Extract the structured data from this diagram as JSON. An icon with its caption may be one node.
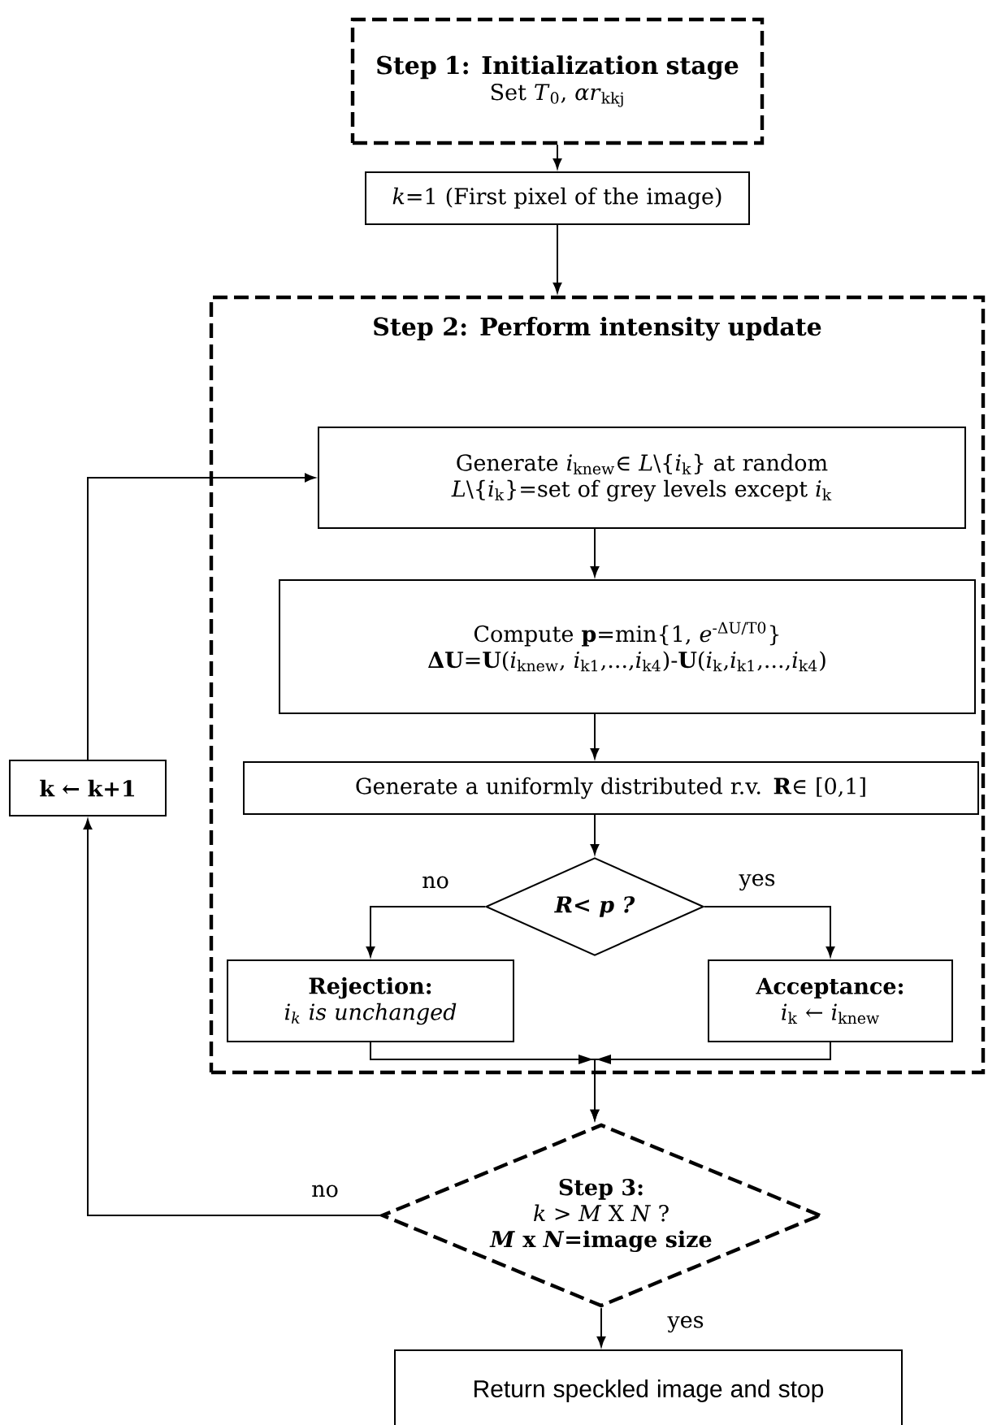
{
  "diagram": {
    "nodes": [
      {
        "text": [
          "Step 1: Initialization stage",
          "Set *T*$_{0}$, *αr*$_{kkj}$"
        ]
      },
      {
        "text": [
          "*k*=1 (First pixel of the image)"
        ]
      },
      {
        "text": [
          "Step 2: Perform intensity update"
        ]
      },
      {
        "text": [
          "Generate *i*$_{knew}$∈ *L*\\{*i*$_{k}$} at random",
          "*L*\\{*i*$_{k}$}=set of grey levels except *i*$_{k}$"
        ],
        "in": 2
      },
      {
        "text": [
          "Compute **p**=min{1, *e*$^{-ΔU/T0}$}",
          "**ΔU**=**U**(*i*$_{knew}$, *i*$_{k1}$,...,*i*$_{k4}$)-**U**(*i*$_{k}$,*i*$_{k1}$,...,*i*$_{k4}$)"
        ],
        "in": 2
      },
      {
        "text": [
          "Generate a uniformly distributed r.v. **R**∈ [0,1]"
        ],
        "in": 2
      },
      {
        "text": [
          "R< p ?"
        ],
        "in": 2
      },
      {
        "text": [
          "Rejection:",
          "i$_{k}$ is unchanged"
        ],
        "in": 2
      },
      {
        "text": [
          "Acceptance:",
          "*i*$_{k}$ ← *i*$_{knew}$"
        ],
        "in": 2
      },
      {
        "text": [
          "Step 3:",
          "*k* > *M* X *N* ?",
          "*M* x *N*=image size"
        ]
      },
      {
        "text": [
          "Return speckled image and stop"
        ]
      },
      {
        "text": [
          "k ← k+1"
        ]
      }
    ],
    "edges": [
      {
        "from": 0,
        "to": 1,
        "arrow": "to"
      },
      {
        "from": 1,
        "to": 2,
        "arrow": "to"
      },
      {
        "from": 3,
        "to": 4,
        "arrow": "to"
      },
      {
        "from": 4,
        "to": 5,
        "arrow": "to"
      },
      {
        "from": 5,
        "to": 6,
        "arrow": "to"
      },
      {
        "from": 6,
        "to": 7,
        "arrow": "to",
        "label": "no"
      },
      {
        "from": 6,
        "to": 8,
        "arrow": "to",
        "label": "yes"
      },
      {
        "from": 7,
        "to": 9,
        "arrow": "to"
      },
      {
        "from": 8,
        "to": 9,
        "arrow": "to"
      },
      {
        "from": 9,
        "to": 10,
        "arrow": "to",
        "label": "yes"
      },
      {
        "from": 9,
        "to": 11,
        "arrow": "to",
        "label": "no"
      },
      {
        "from": 11,
        "to": 3,
        "arrow": "to"
      }
    ]
  }
}
